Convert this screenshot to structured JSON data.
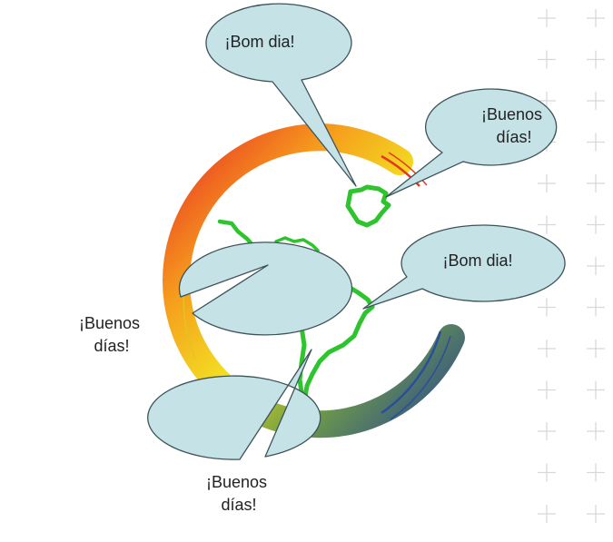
{
  "colors": {
    "bubble_fill": "#c5e2e6",
    "bubble_stroke": "#3d5358",
    "map_green": "#2ec42e",
    "ring_red": "#e8241a",
    "ring_orange": "#f59a10",
    "ring_yellow": "#f2dc17",
    "ring_green": "#6a9a3a",
    "ring_blue": "#1f3f8c",
    "grid_cross": "#d8d8d8"
  },
  "bubbles": [
    {
      "id": "portugal",
      "lines": [
        "¡Bom dia!"
      ]
    },
    {
      "id": "spain",
      "lines": [
        "¡Buenos",
        "días!"
      ]
    },
    {
      "id": "brazil",
      "lines": [
        "¡Bom dia!"
      ]
    },
    {
      "id": "central-america",
      "lines": [
        "¡Buenos",
        "días!"
      ]
    },
    {
      "id": "southern-cone",
      "lines": [
        "¡Buenos",
        "días!"
      ]
    }
  ]
}
